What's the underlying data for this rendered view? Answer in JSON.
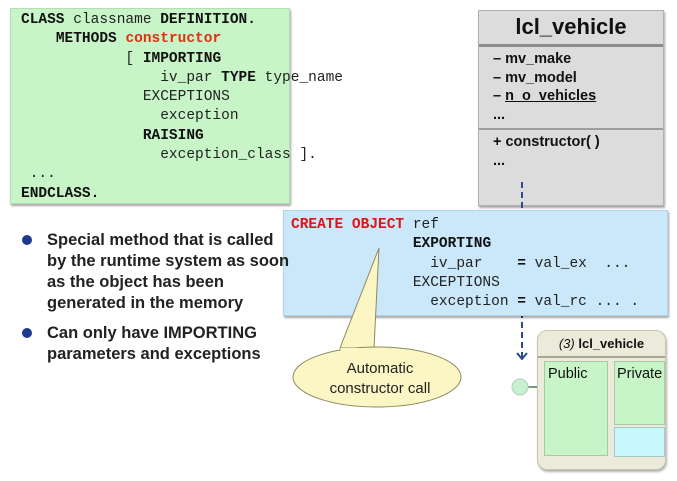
{
  "definition_code": {
    "lines": [
      {
        "parts": [
          {
            "t": "CLASS",
            "s": "kw"
          },
          {
            "t": " classname "
          },
          {
            "t": "DEFINITION.",
            "s": "kw"
          }
        ]
      },
      {
        "parts": [
          {
            "t": "    "
          },
          {
            "t": "METHODS",
            "s": "kw"
          },
          {
            "t": " "
          },
          {
            "t": "constructor",
            "s": "red"
          }
        ]
      },
      {
        "parts": [
          {
            "t": "            [ "
          },
          {
            "t": "IMPORTING",
            "s": "kw"
          }
        ]
      },
      {
        "parts": [
          {
            "t": "                iv_par "
          },
          {
            "t": "TYPE",
            "s": "kw"
          },
          {
            "t": " type_name"
          }
        ]
      },
      {
        "parts": [
          {
            "t": "              EXCEPTIONS"
          }
        ]
      },
      {
        "parts": [
          {
            "t": "                exception"
          }
        ]
      },
      {
        "parts": [
          {
            "t": "              "
          },
          {
            "t": "RAISING",
            "s": "kw"
          }
        ]
      },
      {
        "parts": [
          {
            "t": "                exception_class ]."
          }
        ]
      },
      {
        "parts": [
          {
            "t": " ..."
          }
        ]
      },
      {
        "parts": [
          {
            "t": "ENDCLASS.",
            "s": "kw"
          }
        ]
      }
    ]
  },
  "uml_class": {
    "name": "lcl_vehicle",
    "attributes": [
      {
        "prefix": "– ",
        "name": "mv_make",
        "underline": false
      },
      {
        "prefix": "– ",
        "name": "mv_model",
        "underline": false
      },
      {
        "prefix": "– ",
        "name": "n_o_vehicles",
        "underline": true
      },
      {
        "prefix": " ",
        "name": "...",
        "underline": false
      }
    ],
    "methods": [
      {
        "text": "+ constructor( )"
      },
      {
        "text": "..."
      }
    ]
  },
  "create_code": {
    "lines": [
      {
        "parts": [
          {
            "t": "CREATE OBJECT",
            "s": "red2"
          },
          {
            "t": " ref"
          }
        ]
      },
      {
        "parts": [
          {
            "t": "              "
          },
          {
            "t": "EXPORTING",
            "s": "kw"
          }
        ]
      },
      {
        "parts": [
          {
            "t": "                iv_par    "
          },
          {
            "t": "=",
            "s": "kw"
          },
          {
            "t": " val_ex  ..."
          }
        ]
      },
      {
        "parts": [
          {
            "t": "              EXCEPTIONS"
          }
        ]
      },
      {
        "parts": [
          {
            "t": "                exception "
          },
          {
            "t": "=",
            "s": "kw"
          },
          {
            "t": " val_rc ... ."
          }
        ]
      }
    ]
  },
  "bullets": [
    "Special method that is called by the runtime system as soon as the object has been generated in the memory",
    "Can only have IMPORTING parameters and exceptions"
  ],
  "callout": {
    "line1": "Automatic",
    "line2": "constructor call"
  },
  "object": {
    "number": "(3)",
    "class_name": "lcl_vehicle",
    "public_label": "Public",
    "private_label": "Private"
  },
  "colors": {
    "definition_bg": "#c8f5c8",
    "create_bg": "#cbe8fb",
    "uml_bg": "#dcdcdc",
    "callout_bg": "#fbf6c4",
    "keyword_red": "#e03010",
    "bullet_blue": "#1f3a8c",
    "arrow_blue": "#2c4a8c"
  }
}
